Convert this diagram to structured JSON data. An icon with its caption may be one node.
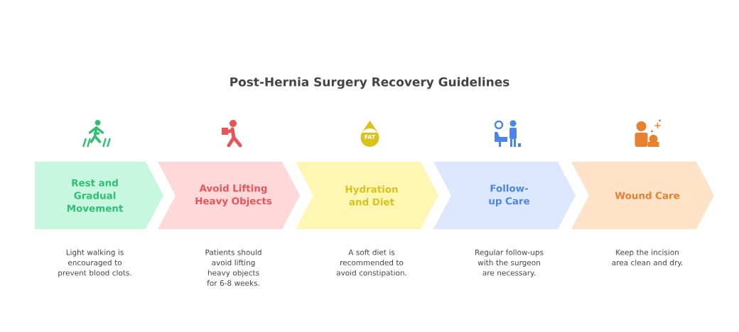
{
  "diagram": {
    "title": "Post-Hernia Surgery Recovery Guidelines",
    "nodes": [
      {
        "text": [
          "Rest and Gradual Movement"
        ],
        "beside": [
          "Light walking is encouraged to prevent blood clots."
        ]
      },
      {
        "text": [
          "Avoid Lifting Heavy Objects"
        ],
        "beside": [
          "Patients should avoid lifting heavy objects for 6-8 weeks."
        ]
      },
      {
        "text": [
          "Hydration and Diet"
        ],
        "beside": [
          "A soft diet is recommended to avoid constipation."
        ]
      },
      {
        "text": [
          "Follow-up Care"
        ],
        "beside": [
          "Regular follow-ups with the surgeon are necessary."
        ]
      },
      {
        "text": [
          "Wound Care"
        ],
        "beside": [
          "Keep the incision area clean and dry."
        ]
      }
    ],
    "labels": [
      "FAT"
    ]
  }
}
